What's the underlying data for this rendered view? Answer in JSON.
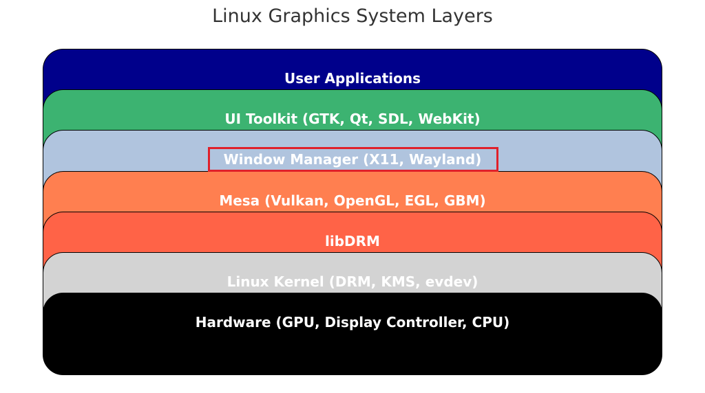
{
  "title": "Linux Graphics System Layers",
  "layers": [
    {
      "label": "User Applications",
      "color": "#00008b"
    },
    {
      "label": "UI Toolkit (GTK, Qt, SDL, WebKit)",
      "color": "#3cb371"
    },
    {
      "label": "Window Manager (X11, Wayland)",
      "color": "#b0c4de",
      "highlighted": true
    },
    {
      "label": "Mesa (Vulkan, OpenGL, EGL, GBM)",
      "color": "#ff7f50"
    },
    {
      "label": "libDRM",
      "color": "#ff6347"
    },
    {
      "label": "Linux Kernel (DRM, KMS, evdev)",
      "color": "#d3d3d3"
    },
    {
      "label": "Hardware (GPU, Display Controller, CPU)",
      "color": "#000000"
    }
  ],
  "highlight_color": "#e0202a"
}
